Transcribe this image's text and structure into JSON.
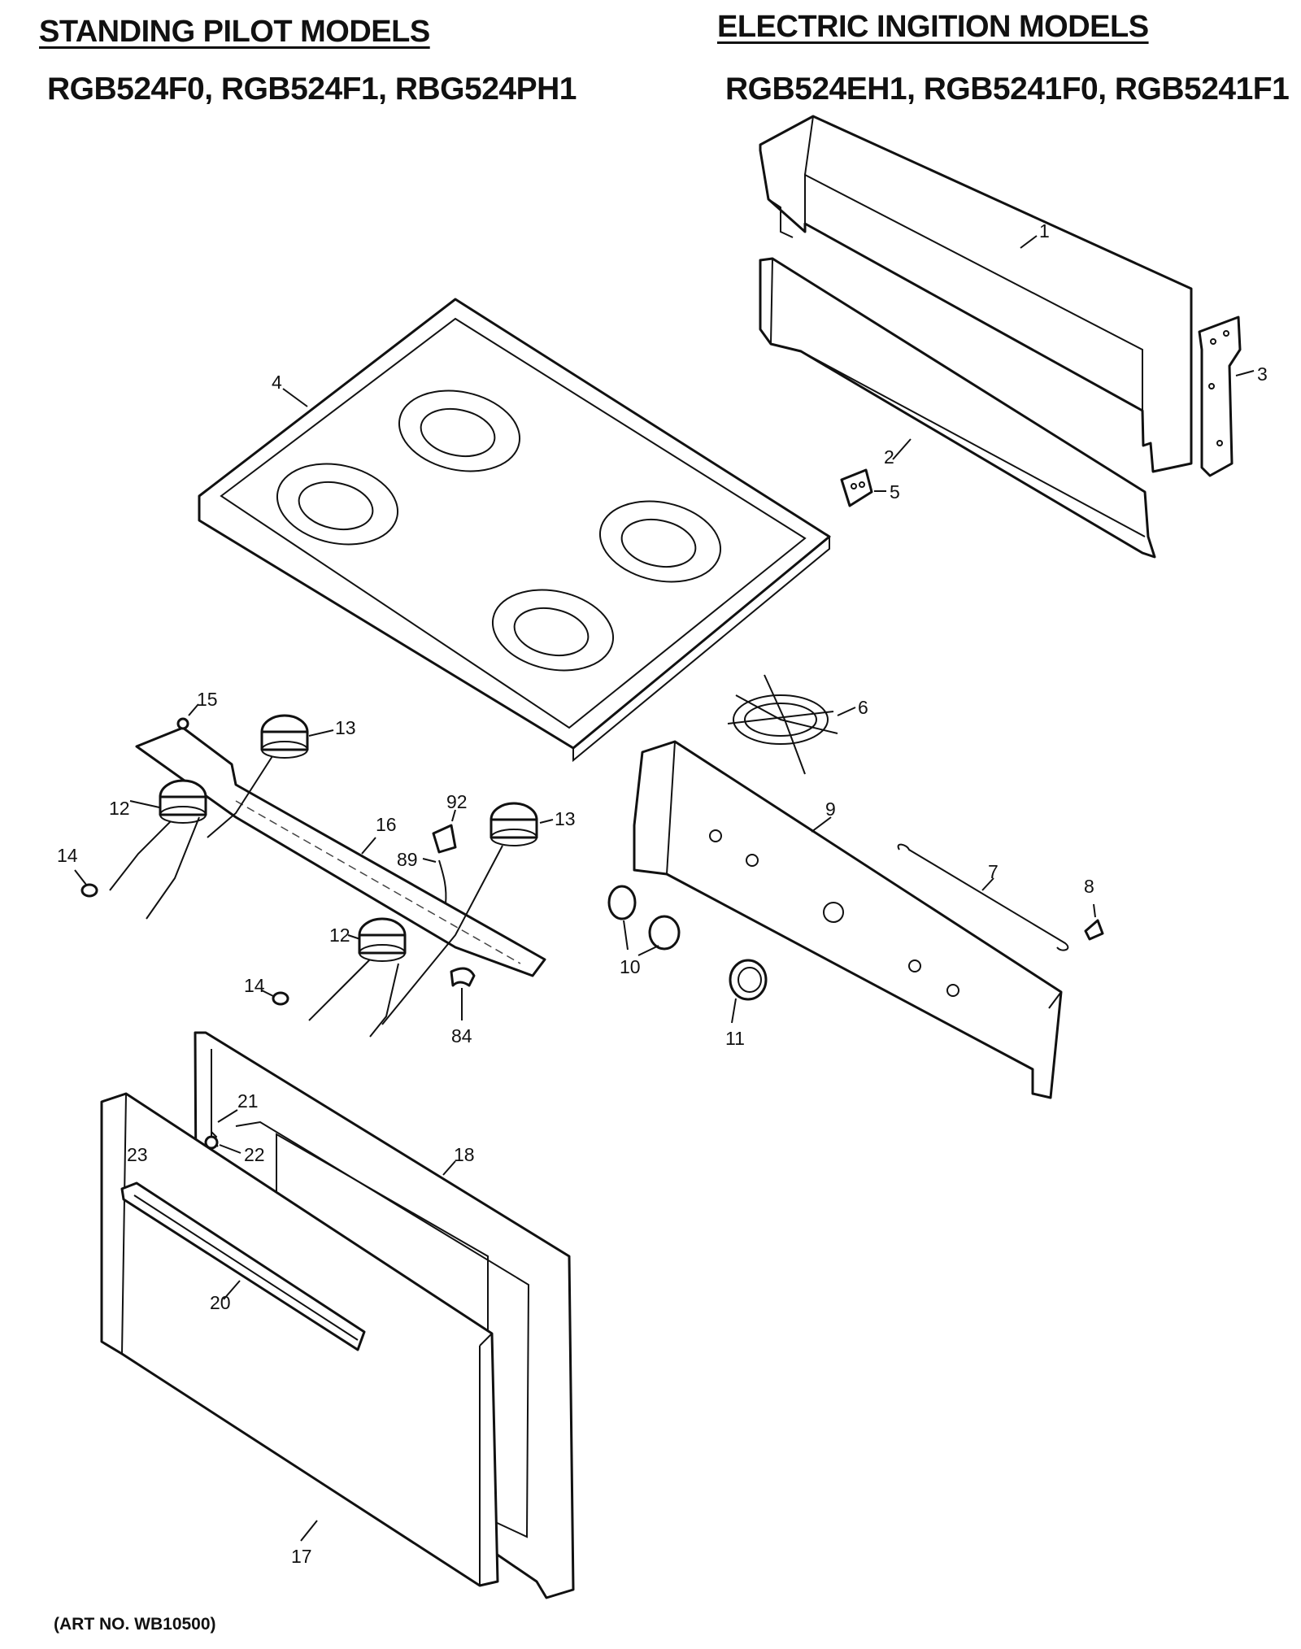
{
  "header": {
    "left_title": "STANDING PILOT MODELS",
    "left_models": "RGB524F0, RGB524F1, RBG524PH1",
    "right_title": "ELECTRIC INGITION MODELS",
    "right_models": "RGB524EH1, RGB5241F0, RGB5241F1"
  },
  "footer": {
    "art_number": "(ART NO. WB10500)"
  },
  "callouts": {
    "c1": "1",
    "c2": "2",
    "c3": "3",
    "c4": "4",
    "c5": "5",
    "c6": "6",
    "c7": "7",
    "c8": "8",
    "c9": "9",
    "c10": "10",
    "c11": "11",
    "c12a": "12",
    "c12b": "12",
    "c13a": "13",
    "c13b": "13",
    "c14a": "14",
    "c14b": "14",
    "c15": "15",
    "c16": "16",
    "c17": "17",
    "c18": "18",
    "c20": "20",
    "c21": "21",
    "c22": "22",
    "c23": "23",
    "c84": "84",
    "c89": "89",
    "c92": "92"
  }
}
